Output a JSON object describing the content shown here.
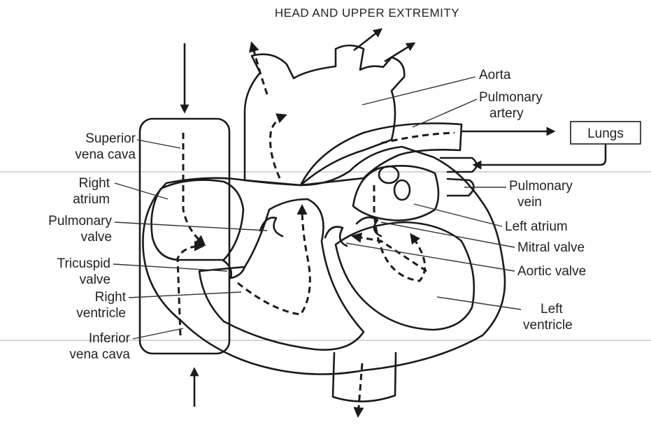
{
  "title": "HEAD AND UPPER EXTREMITY",
  "colors": {
    "right_side": "#e9a8a8",
    "left_side": "#f7dede",
    "outline": "#1a1a1a",
    "guide_line": "#bdbdbd"
  },
  "labels": {
    "superior_vena_cava": [
      "Superior",
      "vena cava"
    ],
    "right_atrium": [
      "Right",
      "atrium"
    ],
    "pulmonary_valve": [
      "Pulmonary",
      "valve"
    ],
    "tricuspid_valve": [
      "Tricuspid",
      "valve"
    ],
    "right_ventricle": [
      "Right",
      "ventricle"
    ],
    "inferior_vena_cava": [
      "Inferior",
      "vena cava"
    ],
    "aorta": "Aorta",
    "pulmonary_artery": [
      "Pulmonary",
      "artery"
    ],
    "lungs": "Lungs",
    "pulmonary_vein": [
      "Pulmonary",
      "vein"
    ],
    "left_atrium": "Left atrium",
    "mitral_valve": "Mitral valve",
    "aortic_valve": "Aortic valve",
    "left_ventricle": [
      "Left",
      "ventricle"
    ]
  }
}
